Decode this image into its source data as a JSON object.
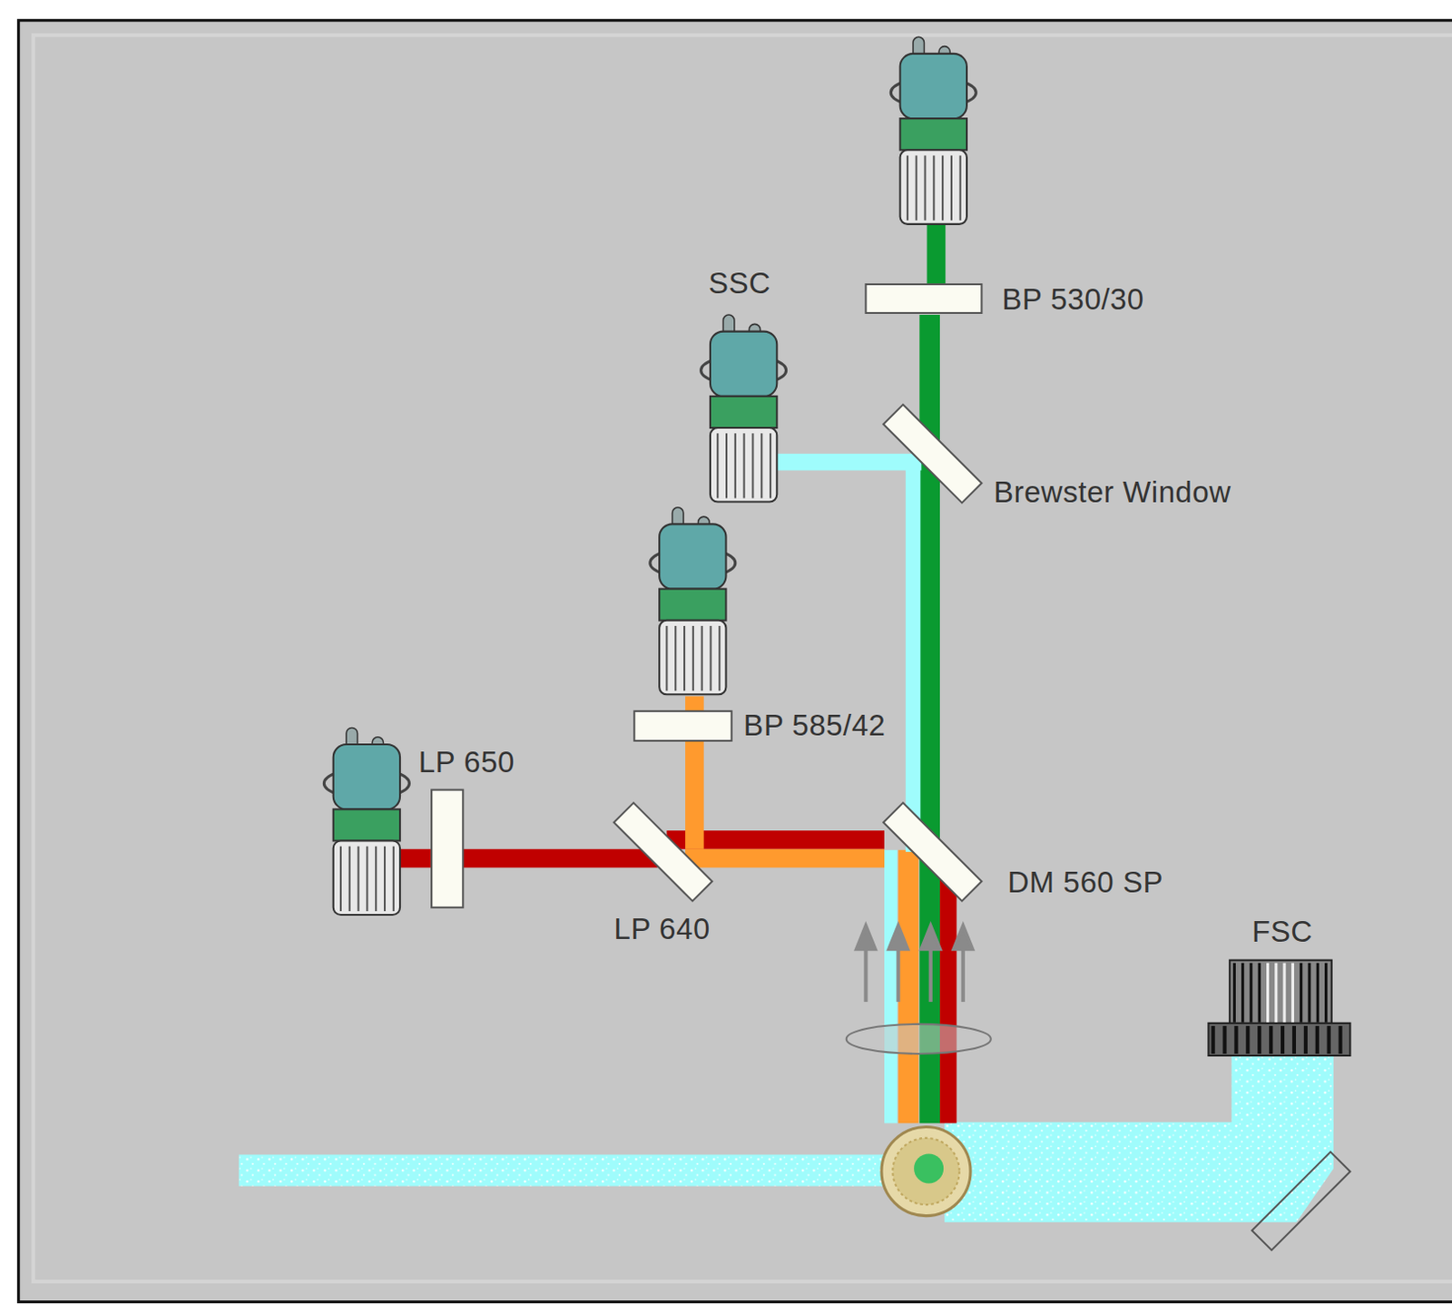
{
  "diagram": {
    "labels": [
      "SSC",
      "BP 530/30",
      "Brewster Window",
      "BP 585/42",
      "LP 650",
      "LP 640",
      "DM 560 SP",
      "FSC"
    ]
  }
}
